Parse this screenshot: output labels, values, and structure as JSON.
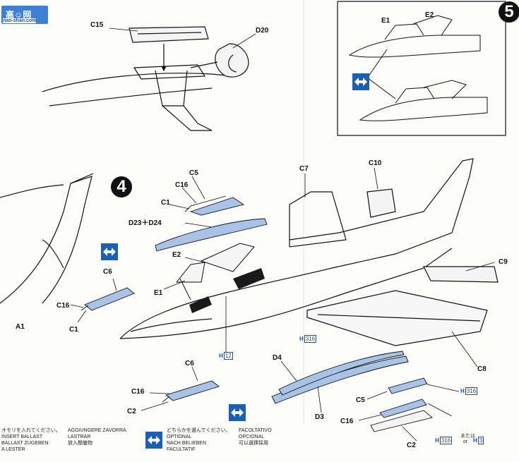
{
  "watermark": {
    "site": "nan-shan.com"
  },
  "steps": {
    "step4": "4",
    "step5": "5"
  },
  "parts": {
    "C15": "C15",
    "D20": "D20",
    "E1_inset": "E1",
    "E2_inset": "E2",
    "C7": "C7",
    "C10": "C10",
    "C9": "C9",
    "C8": "C8",
    "C5_top": "C5",
    "C16_top": "C16",
    "C1_top": "C1",
    "D23_D24": "D23＋D24",
    "E2": "E2",
    "E1": "E1",
    "C6_left": "C6",
    "C16_left": "C16",
    "C1_left": "C1",
    "A1": "A1",
    "C6_bottom": "C6",
    "C16_bottom": "C16",
    "C2_bottom": "C2",
    "D4": "D4",
    "D3": "D3",
    "C5_right": "C5",
    "C16_right": "C16",
    "C2_right": "C2"
  },
  "h_marks": {
    "h12": {
      "h": "H",
      "n": "12"
    },
    "h316_top": {
      "h": "H",
      "n": "316"
    },
    "h316_mid": {
      "h": "H",
      "n": "316"
    },
    "h316_bottom": {
      "h": "H",
      "n": "316"
    },
    "or_jp": "または",
    "or_en": "or",
    "h3": {
      "h": "H",
      "n": "3"
    }
  },
  "footer": {
    "ballast": {
      "jp": "オモリを入れてください。",
      "en": "INSERT BALLAST",
      "de": "BALLAST ZUGEBEN",
      "fr": "A LESTER"
    },
    "ballast2": {
      "it": "AGGIUNGERE ZAVORRA",
      "es": "LASTRAR",
      "zh": "放入壓艙物"
    },
    "optional": {
      "jp": "どちらかを選んでください。",
      "en": "OPTIONAL",
      "de": "NACH BELIEBEN",
      "fr": "FACULTATIF"
    },
    "optional2": {
      "it": "FACOLTATIVO",
      "es": "OPCIONAL",
      "zh": "可以選擇採用"
    }
  },
  "colors": {
    "part_blue": "#a9c3e6",
    "icon_blue": "#1b5fb0",
    "ink": "#111111"
  }
}
